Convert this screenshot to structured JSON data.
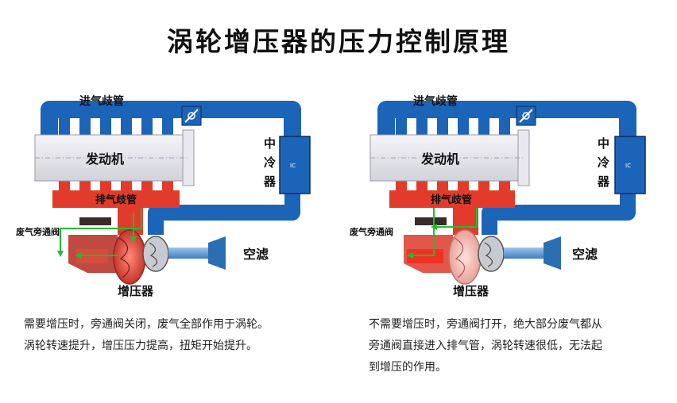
{
  "title": "涡轮增压器的压力控制原理",
  "labels": {
    "intake_manifold": "进气歧管",
    "engine": "发动机",
    "exhaust_manifold": "排气歧管",
    "wastegate": "废气旁通阀",
    "intercooler_1": "中",
    "intercooler_2": "冷",
    "intercooler_3": "器",
    "intercooler_badge": "IC",
    "turbo": "增压器",
    "air_filter": "空滤"
  },
  "captions": {
    "left_1": "需要增压时，旁通阀关闭，废气全部作用于涡轮。",
    "left_2": "涡轮转速提升，增压压力提高，扭矩开始提升。",
    "right_1": "不需要增压时，旁通阀打开，绝大部分废气都从",
    "right_2": "旁通阀直接进入排气管，涡轮转速很低，无法起",
    "right_3": "到增压的作用。"
  },
  "colors": {
    "intake_blue": "#1c64b8",
    "exhaust_red": "#e23b2c",
    "engine_block": "#e4e4ea",
    "flow_arrow": "#22bb33",
    "turbo_housing": "#b03a32",
    "filter_blue": "#2b6fb2"
  }
}
